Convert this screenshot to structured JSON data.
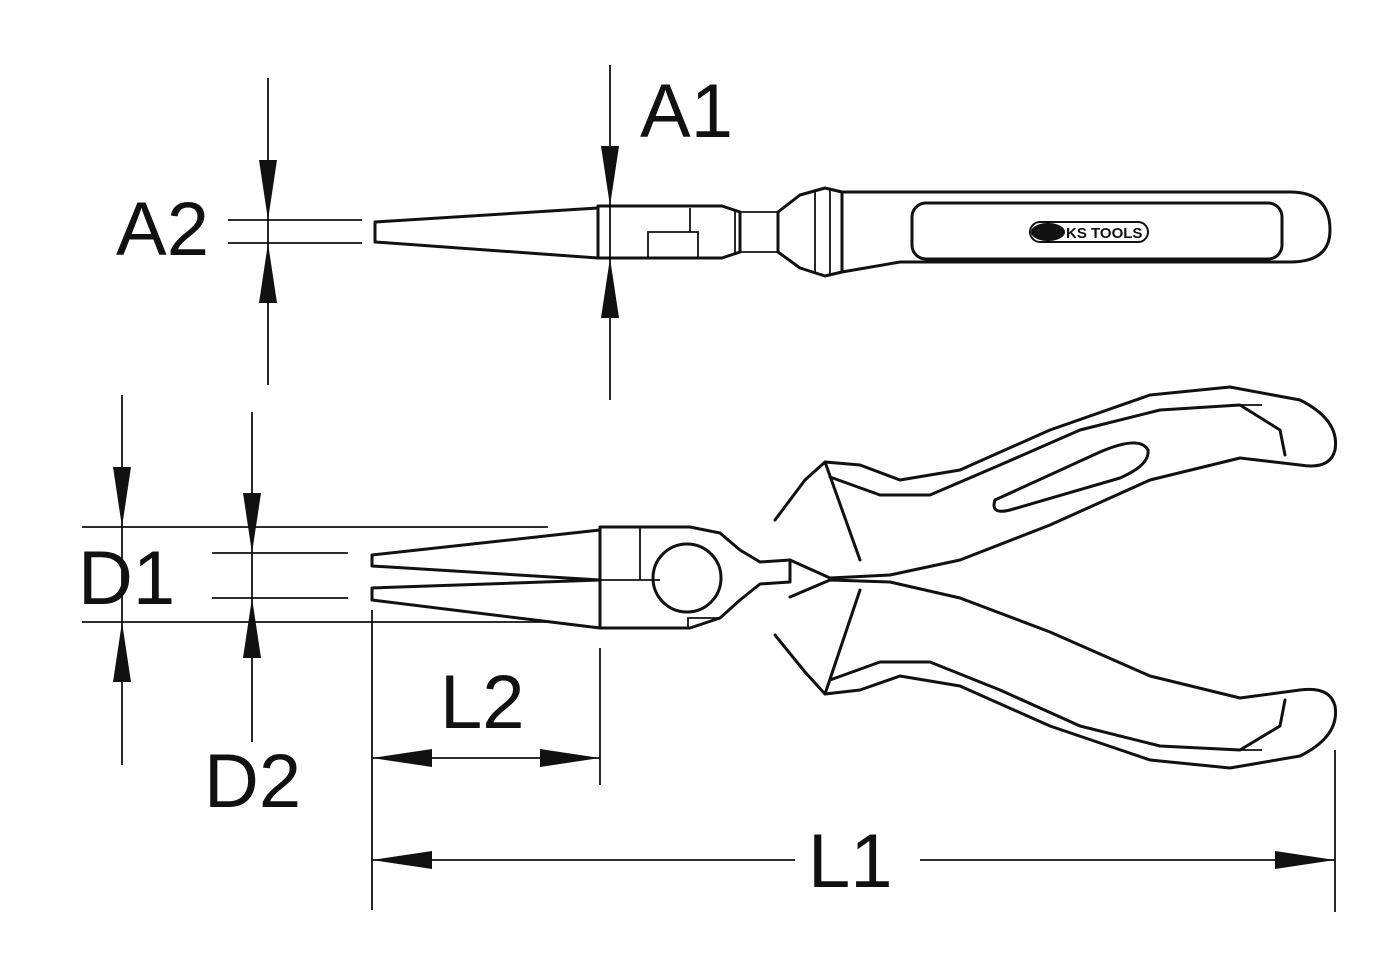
{
  "labels": {
    "a1": "A1",
    "a2": "A2",
    "d1": "D1",
    "d2": "D2",
    "l1": "L1",
    "l2": "L2"
  },
  "logo": {
    "text": "KS TOOLS"
  },
  "colors": {
    "line": "#111111",
    "background": "#ffffff"
  }
}
